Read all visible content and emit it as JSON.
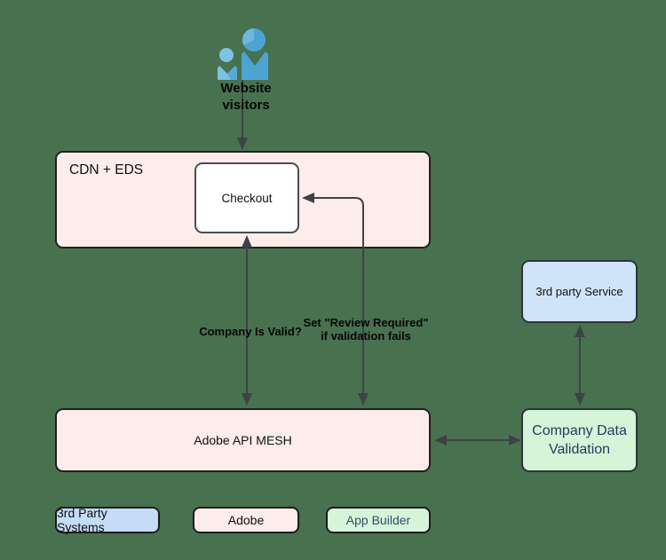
{
  "diagram": {
    "background_color": "#487150",
    "line_color": "#3d4247",
    "actor": {
      "label": "Website visitors",
      "icon": "users-icon",
      "icon_colors": [
        "#4da4d3",
        "#7cc2e2"
      ]
    },
    "nodes": {
      "cdn": {
        "label": "CDN + EDS",
        "fill": "#FCECEA"
      },
      "checkout": {
        "label": "Checkout",
        "fill": "#FFFFFF"
      },
      "mesh": {
        "label": "Adobe API MESH",
        "fill": "#FCECEA"
      },
      "service": {
        "label": "3rd party Service",
        "fill": "#CFE3F9"
      },
      "cdv": {
        "label": "Company Data Validation",
        "fill": "#D5F5D9",
        "text_color": "#1F3A5C"
      }
    },
    "edges": {
      "valid_label": "Company Is Valid?",
      "review_label_line1": "Set \"Review Required\"",
      "review_label_line2": "if validation fails"
    },
    "legend": [
      {
        "label": "3rd Party Systems",
        "fill": "#C4DCF8"
      },
      {
        "label": "Adobe",
        "fill": "#FCECEA"
      },
      {
        "label": "App Builder",
        "fill": "#D5F5D9"
      }
    ]
  }
}
